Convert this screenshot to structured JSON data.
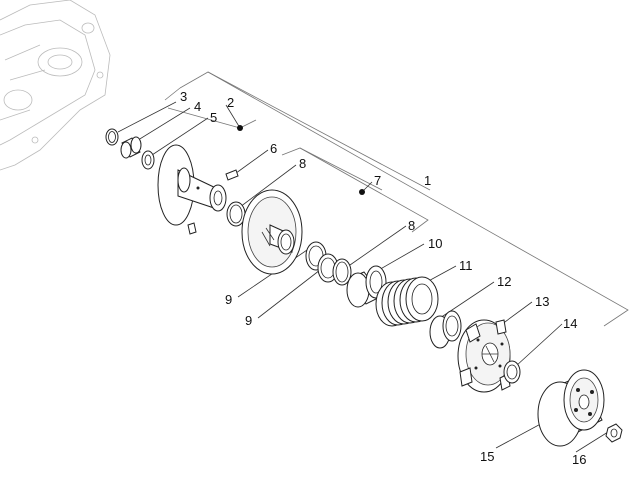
{
  "diagram": {
    "callouts": [
      {
        "id": "c1",
        "label": "1"
      },
      {
        "id": "c2",
        "label": "2"
      },
      {
        "id": "c3",
        "label": "3"
      },
      {
        "id": "c4",
        "label": "4"
      },
      {
        "id": "c5",
        "label": "5"
      },
      {
        "id": "c6",
        "label": "6"
      },
      {
        "id": "c7",
        "label": "7"
      },
      {
        "id": "c8a",
        "label": "8"
      },
      {
        "id": "c8b",
        "label": "8"
      },
      {
        "id": "c9a",
        "label": "9"
      },
      {
        "id": "c9b",
        "label": "9"
      },
      {
        "id": "c10",
        "label": "10"
      },
      {
        "id": "c11",
        "label": "11"
      },
      {
        "id": "c12",
        "label": "12"
      },
      {
        "id": "c13",
        "label": "13"
      },
      {
        "id": "c14",
        "label": "14"
      },
      {
        "id": "c15",
        "label": "15"
      },
      {
        "id": "c16",
        "label": "16"
      }
    ],
    "colors": {
      "ink": "#222222",
      "background": "#ffffff",
      "ghost": "#bbbbbb"
    }
  }
}
